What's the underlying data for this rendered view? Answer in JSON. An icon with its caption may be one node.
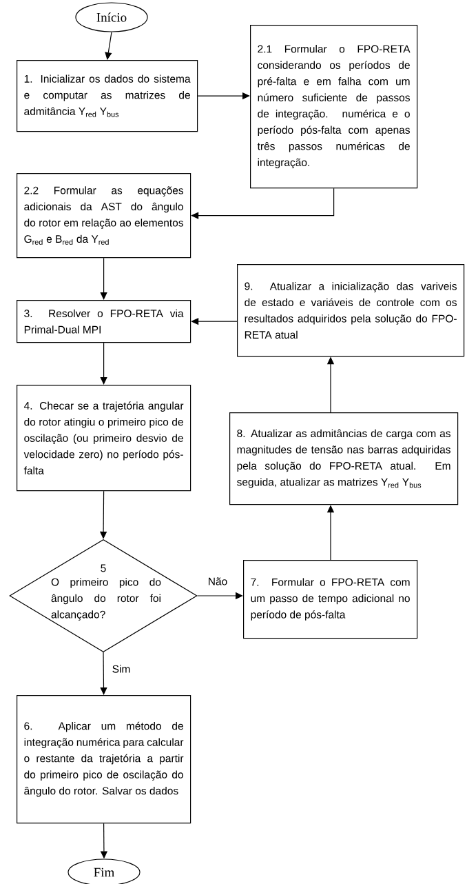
{
  "diagram": {
    "nodes": [
      {
        "text": [
          "Início"
        ]
      },
      {
        "text": [
          "1. Inicializar os dados do sistema e computar as matrizes de admitância Y$_{red}$ Y$_{bus}$"
        ]
      },
      {
        "text": [
          "2.1 Formular o FPO-RETA considerando os períodos de pré-falta e em falha com um número suficiente de passos de integração. numérica e o período pós-falta com apenas três passos numéricas de integração."
        ]
      },
      {
        "text": [
          "2.2 Formular as equações adicionais da AST do ângulo do rotor em relação ao elementos G$_{red}$ e B$_{red}$ da Y$_{red}$"
        ]
      },
      {
        "text": [
          "3. Resolver o FPO-RETA via Primal-Dual MPI"
        ]
      },
      {
        "text": [
          "4. Checar se a trajetória angular do rotor atingiu o primeiro pico de oscilação (ou primeiro desvio de velocidade zero) no período pós-falta"
        ]
      },
      {
        "text": [
          "5",
          "O primeiro pico do ângulo do rotor foi alcançado?"
        ]
      },
      {
        "text": [
          "7. Formular o FPO-RETA com um passo de tempo adicional no período de pós-falta"
        ]
      },
      {
        "text": [
          "8. Atualizar as admitâncias de carga com as magnitudes de tensão nas barras adquiridas pela solução do FPO-RETA atual. Em seguida, atualizar as matrizes Y$_{red}$ Y$_{bus}$"
        ]
      },
      {
        "text": [
          "9. Atualizar a inicialização das variveis de estado e variáveis de controle com os resultados adquiridos pela solução do FPO-RETA atual"
        ]
      },
      {
        "text": [
          "6. Aplicar um método de integração numérica para calcular o restante da trajetória a partir do primeiro pico de oscilação do ângulo do rotor. Salvar os dados"
        ]
      },
      {
        "text": [
          "Fim"
        ]
      }
    ],
    "edges": [
      {
        "from": 0,
        "to": 1,
        "arrow": "to"
      },
      {
        "from": 1,
        "to": 2,
        "arrow": "to"
      },
      {
        "from": 2,
        "to": 3,
        "arrow": "to"
      },
      {
        "from": 3,
        "to": 4,
        "arrow": "to"
      },
      {
        "from": 4,
        "to": 5,
        "arrow": "to"
      },
      {
        "from": 5,
        "to": 6,
        "arrow": "to"
      },
      {
        "from": 6,
        "to": 7,
        "arrow": "to",
        "label": "Não"
      },
      {
        "from": 7,
        "to": 8,
        "arrow": "to"
      },
      {
        "from": 8,
        "to": 9,
        "arrow": "to"
      },
      {
        "from": 9,
        "to": 4,
        "arrow": "to"
      },
      {
        "from": 6,
        "to": 10,
        "arrow": "to",
        "label": "Sim"
      },
      {
        "from": 10,
        "to": 11,
        "arrow": "to"
      }
    ]
  }
}
